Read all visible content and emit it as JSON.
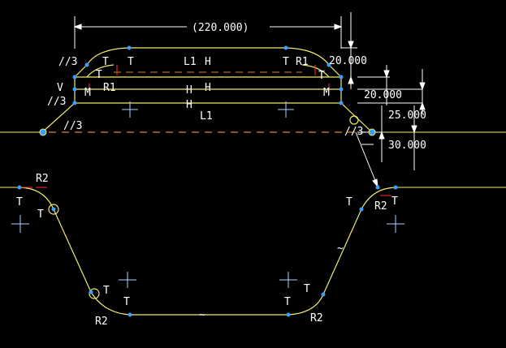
{
  "app": {
    "view": "sketch-canvas",
    "background": "#000000"
  },
  "colors": {
    "geometry": "#f0ec6c",
    "vertex": "#3aa0ff",
    "centerline": "#e0832c",
    "dimension": "#ffffff",
    "axis": "#6fb6ff",
    "constraint_marker": "#ff3030"
  },
  "dimensions": {
    "top_width": "(220.000)",
    "height_1": "20.000",
    "height_2": "20.000",
    "height_3": "25.000",
    "height_4": "30.000"
  },
  "constraints": {
    "parallel_3": "//3",
    "tangent": "T",
    "equal_radius": "R1",
    "equal_radius_2": "R2",
    "equal_length": "L1",
    "horizontal": "H",
    "vertical": "V",
    "midpoint": "M",
    "wavy": "~",
    "sub_1": "1",
    "sub_2": "2",
    "sub_3": "3"
  }
}
